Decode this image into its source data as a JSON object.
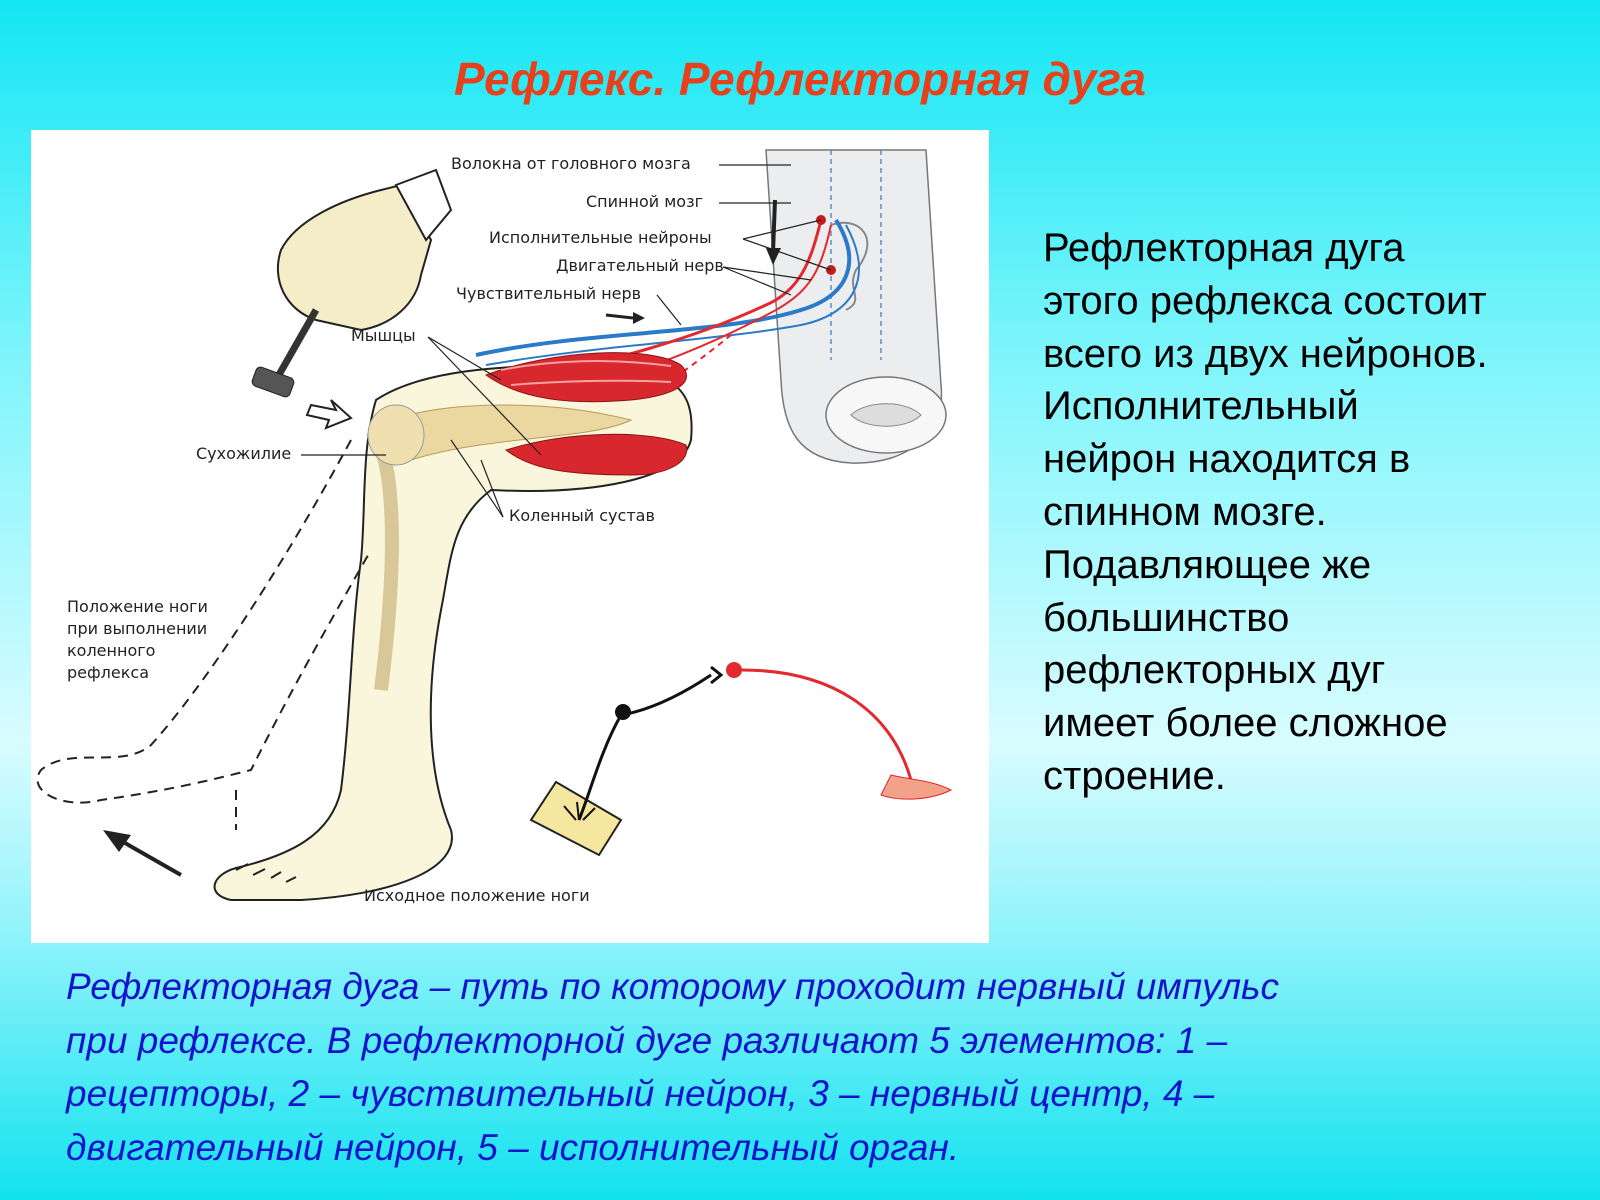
{
  "title": "Рефлекс. Рефлекторная дуга",
  "colors": {
    "title": "#e8401a",
    "caption": "#1414cc",
    "background_top": "#14e6f4",
    "background_mid": "#d8fcff",
    "muscle": "#d8272d",
    "sensory_nerve": "#2a7ac8",
    "motor_nerve": "#e3282e"
  },
  "figure": {
    "labels": {
      "brain_fibers": "Волокна от головного мозга",
      "spinal_cord": "Спинной мозг",
      "executive_neurons": "Исполнительные нейроны",
      "motor_nerve": "Двигательный нерв",
      "sensory_nerve": "Чувствительный нерв",
      "muscles": "Мышцы",
      "tendon": "Сухожилие",
      "knee_joint": "Коленный сустав",
      "leg_position_line1": "Положение ноги",
      "leg_position_line2": "при выполнении",
      "leg_position_line3": "коленного",
      "leg_position_line4": "рефлекса",
      "initial_position": "Исходное положение ноги"
    },
    "icons": [
      "hammer-icon",
      "hand-icon",
      "arrow-icon"
    ]
  },
  "side_text": {
    "lines": [
      "Рефлекторная дуга",
      "этого рефлекса состоит",
      "всего из двух нейронов.",
      "Исполнительный",
      "нейрон находится в",
      "спинном мозге.",
      "Подавляющее же",
      "большинство",
      "рефлекторных дуг",
      "имеет более сложное",
      "строение."
    ]
  },
  "caption": {
    "lines": [
      "Рефлекторная дуга – путь по которому проходит нервный импульс",
      "при рефлексе. В рефлекторной дуге различают 5 элементов: 1 –",
      "рецепторы, 2 – чувствительный нейрон, 3 – нервный центр, 4 –",
      "двигательный нейрон, 5 – исполнительный орган."
    ]
  }
}
